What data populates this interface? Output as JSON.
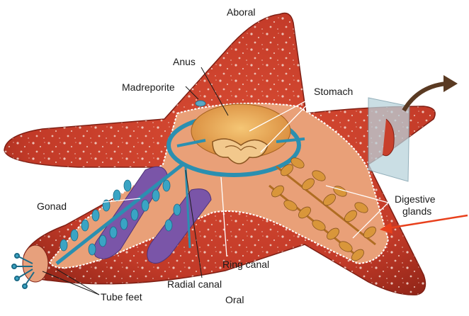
{
  "labels": {
    "aboral": "Aboral",
    "anus": "Anus",
    "madreporite": "Madreporite",
    "stomach": "Stomach",
    "gonad": "Gonad",
    "digestive_line1": "Digestive",
    "digestive_line2": "glands",
    "ring_canal": "Ring canal",
    "radial_canal": "Radial canal",
    "tube_feet": "Tube feet",
    "oral": "Oral"
  },
  "colors": {
    "body": "#c8402c",
    "body_dark": "#8e2417",
    "interior": "#e9a078",
    "stomach": "#e6a24a",
    "canal": "#2b8fb0",
    "gonad": "#7a55a8",
    "gland": "#d9963a",
    "arrow_red": "#e8401c",
    "arrow_brown": "#5a3a22",
    "glass": "#b9d3dc"
  }
}
